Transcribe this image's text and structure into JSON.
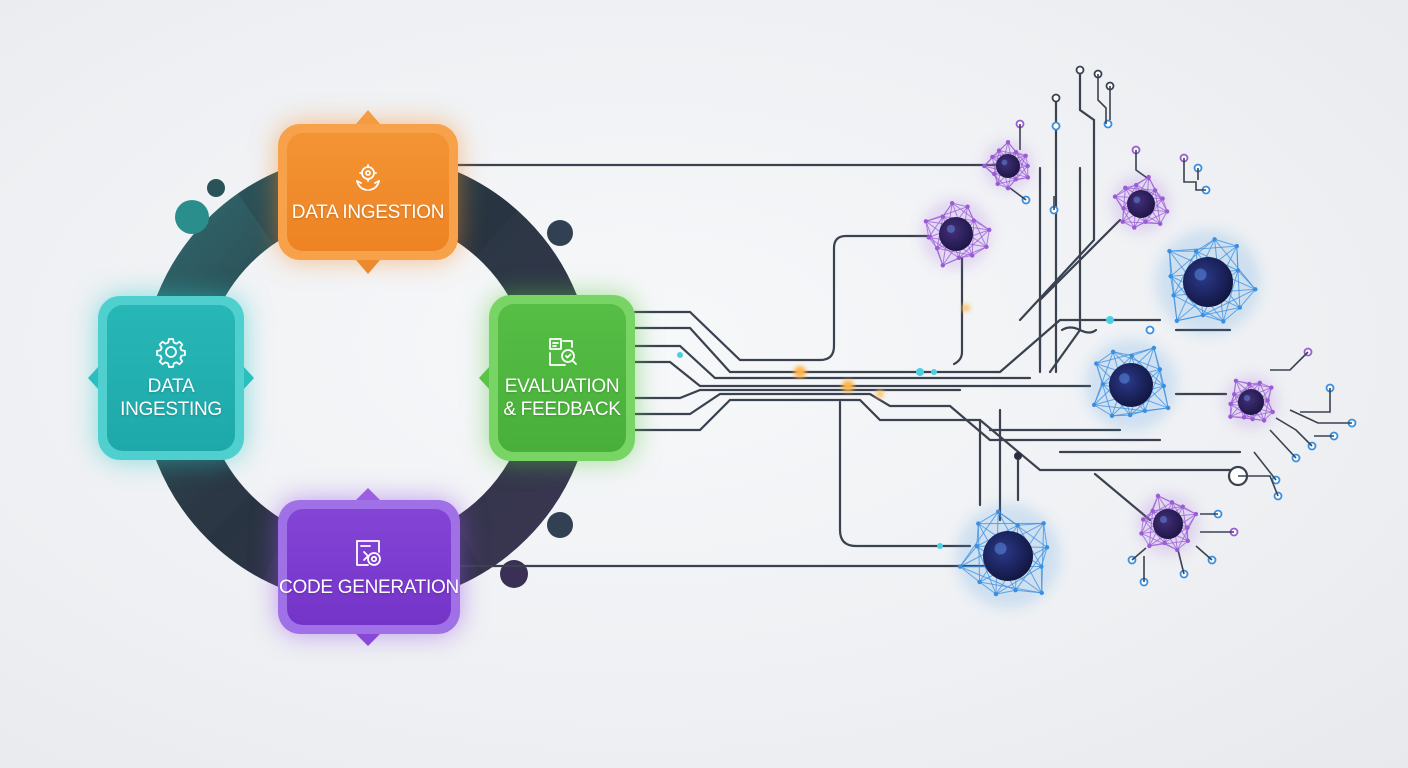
{
  "stages": {
    "data_ingestion": {
      "label": "DATA INGESTION",
      "icon": "data-ingestion-hand-icon",
      "color": "#f08a2b"
    },
    "data_ingesting": {
      "label": "DATA\nINGESTING",
      "icon": "gear-icon",
      "color": "#22b0b0"
    },
    "evaluation_feedback": {
      "label": "EVALUATION\n& FEEDBACK",
      "icon": "evaluation-doc-icon",
      "color": "#4db63e"
    },
    "code_generation": {
      "label": "CODE GENERATION",
      "icon": "code-target-icon",
      "color": "#7a3bcc"
    }
  },
  "colors": {
    "ring_dark": "#2e3a48",
    "circuit_line": "#3a4250",
    "node_blue": "#3a8fe0",
    "node_purple": "#9a5cd6",
    "node_core": "#1c1a4a",
    "background": "#eef0f3"
  }
}
